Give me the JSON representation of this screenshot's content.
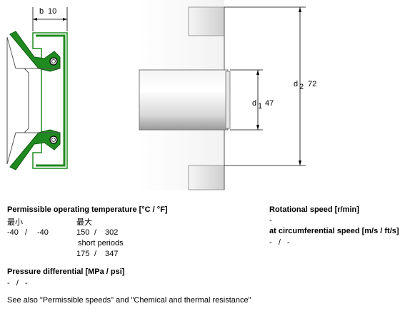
{
  "drawing": {
    "width_label": "b",
    "width_value": "10",
    "inner_diameter_label": "d",
    "inner_diameter_sub": "1",
    "inner_diameter_value": "47",
    "outer_diameter_label": "d",
    "outer_diameter_sub": "2",
    "outer_diameter_value": "72",
    "seal_color": "#1f8a1f"
  },
  "temperature": {
    "heading": "Permissible operating temperature [°C / °F]",
    "min_header": "最小",
    "max_header": "最大",
    "min_c": "-40",
    "min_sep": "/",
    "min_f": "-40",
    "max_c": "150",
    "max_sep": "/",
    "max_f": "302",
    "short_label": "short periods",
    "short_c": "175",
    "short_sep": "/",
    "short_f": "347"
  },
  "rotational": {
    "heading": "Rotational speed [r/min]",
    "value": "-",
    "circ_heading": "at circumferential speed [m/s / ft/s]",
    "circ_value": "-   /   -"
  },
  "pressure": {
    "heading": "Pressure differential [MPa / psi]",
    "value": "-   /   -"
  },
  "footer": {
    "note": "See also \"Permissible speeds\" and \"Chemical and thermal resistance\""
  }
}
